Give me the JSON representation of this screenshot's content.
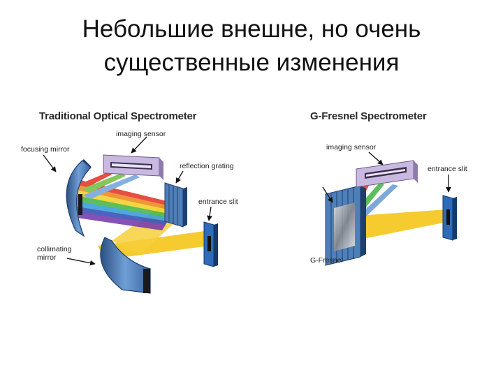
{
  "slide": {
    "title_line1": "Небольшие внешне, но очень",
    "title_line2": "существенные изменения"
  },
  "traditional": {
    "title": "Traditional Optical Spectrometer",
    "labels": {
      "imaging_sensor": "imaging sensor",
      "focusing_mirror": "focusing mirror",
      "reflection_grating": "reflection grating",
      "entrance_slit": "entrance slit",
      "collimating_mirror_line1": "collimating",
      "collimating_mirror_line2": "mirror"
    }
  },
  "gfresnel": {
    "title": "G-Fresnel Spectrometer",
    "labels": {
      "imaging_sensor": "imaging sensor",
      "entrance_slit": "entrance slit",
      "g_fresnel": "G-Fresnel"
    }
  },
  "colors": {
    "beam_yellow": "#f5c518",
    "mirror_blue": "#4f7fb8",
    "mirror_dark": "#1f3f6e",
    "sensor_lavender": "#c9b8e0",
    "slit_blue": "#2e6bb8"
  }
}
